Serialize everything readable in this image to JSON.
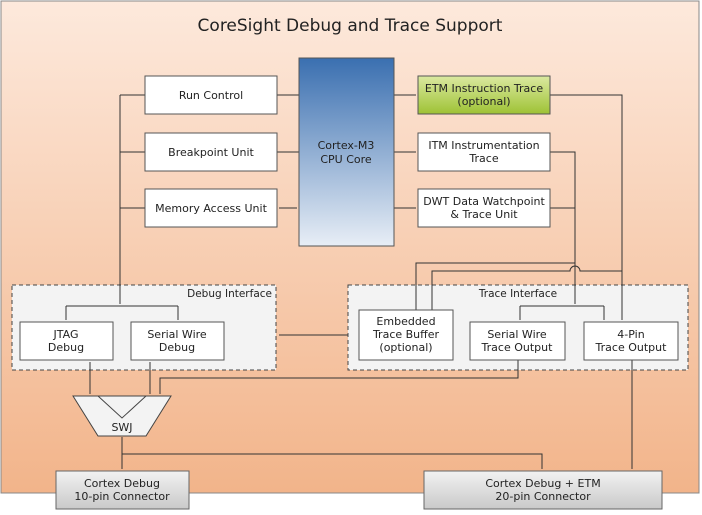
{
  "title": "CoreSight Debug and Trace Support",
  "colors": {
    "background_top": "#fde9dc",
    "background_bottom": "#f2b48a",
    "cpu_top": "#3a6fb0",
    "cpu_bottom": "#e8eef6",
    "etm_top": "#dbe9a0",
    "etm_bottom": "#9ec235"
  },
  "blocks": {
    "run_control": "Run Control",
    "breakpoint_unit": "Breakpoint Unit",
    "memory_access_unit": "Memory Access Unit",
    "cpu_core": [
      "Cortex-M3",
      "CPU Core"
    ],
    "etm": [
      "ETM Instruction Trace",
      "(optional)"
    ],
    "itm": [
      "ITM Instrumentation",
      "Trace"
    ],
    "dwt": [
      "DWT Data Watchpoint",
      "& Trace Unit"
    ],
    "debug_interface": "Debug Interface",
    "jtag": [
      "JTAG",
      "Debug"
    ],
    "serial_wire_debug": [
      "Serial Wire",
      "Debug"
    ],
    "trace_interface": "Trace Interface",
    "etb": [
      "Embedded",
      "Trace Buffer",
      "(optional)"
    ],
    "swo": [
      "Serial Wire",
      "Trace Output"
    ],
    "tpiu": [
      "4-Pin",
      "Trace Output"
    ],
    "swj": "SWJ",
    "connector_10": [
      "Cortex Debug",
      "10-pin Connector"
    ],
    "connector_20": [
      "Cortex Debug + ETM",
      "20-pin Connector"
    ]
  }
}
